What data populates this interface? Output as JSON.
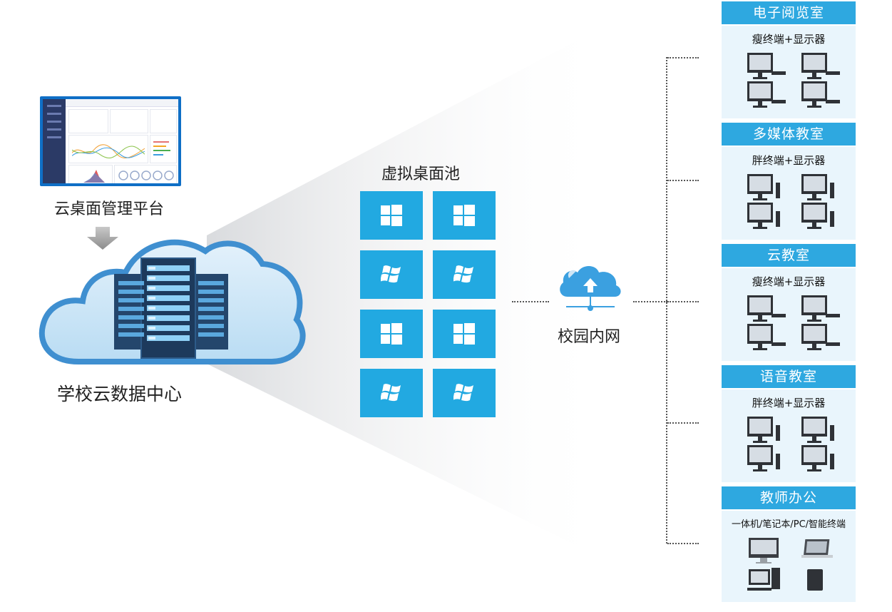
{
  "labels": {
    "management": "云桌面管理平台",
    "datacenter": "学校云数据中心",
    "pool": "虚拟桌面池",
    "network": "校园内网"
  },
  "rooms": [
    {
      "name": "电子阅览室",
      "device": "瘦终端+显示器",
      "kind": "thin"
    },
    {
      "name": "多媒体教室",
      "device": "胖终端+显示器",
      "kind": "fat"
    },
    {
      "name": "云教室",
      "device": "瘦终端+显示器",
      "kind": "thin"
    },
    {
      "name": "语音教室",
      "device": "胖终端+显示器",
      "kind": "fat"
    },
    {
      "name": "教师办公",
      "device": "一体机/笔记本/PC/智能终端",
      "kind": "office"
    }
  ],
  "colors": {
    "accent": "#2ea8e0",
    "tile": "#22a9e1",
    "cloud": "#3f8fd0",
    "room_body": "#e9f5fc"
  },
  "icons": {
    "pool_tiles": [
      "windows10-icon",
      "windows10-icon",
      "windows7-icon",
      "windows7-icon",
      "windows10-icon",
      "windows10-icon",
      "windows7-icon",
      "windows7-icon"
    ],
    "network": "cloud-upload-network-icon",
    "datacenter": "server-rack-icon",
    "arrow": "down-arrow-icon"
  }
}
